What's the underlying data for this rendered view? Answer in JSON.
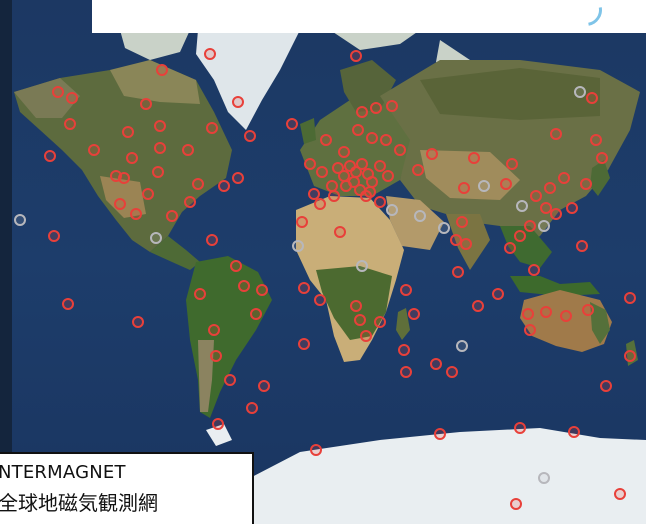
{
  "network": {
    "name": "INTERMAGNET",
    "name_visible": "NTERMAGNET",
    "subtitle_visible": "全球地磁気観測網"
  },
  "legend_colors": {
    "active_station": "#e8403a",
    "other_station": "#b7b7bc"
  },
  "map": {
    "projection": "mercator",
    "basemap": "satellite-imagery"
  }
}
